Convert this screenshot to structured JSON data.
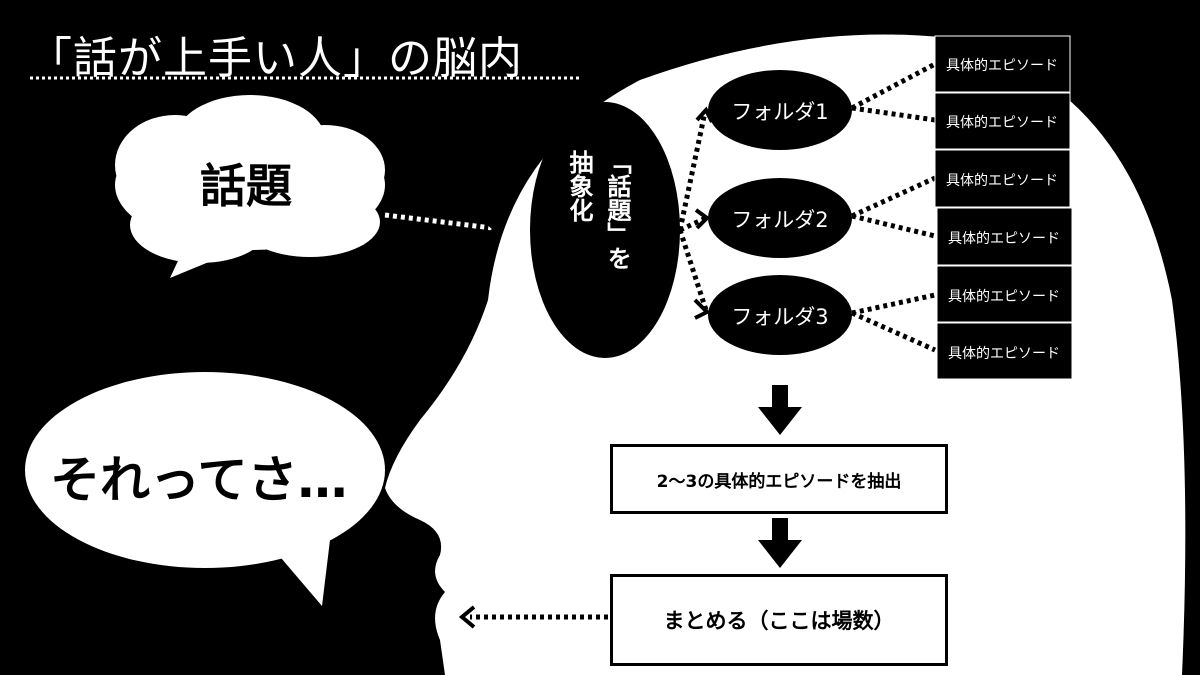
{
  "title": "「話が上手い人」の脳内",
  "topic_bubble": "話題",
  "speech_bubble": "それってさ…",
  "abstraction": "「話題」を\n抽象化",
  "folders": [
    "フォルダ1",
    "フォルダ2",
    "フォルダ3"
  ],
  "episodes": [
    "具体的エピソード",
    "具体的エピソード",
    "具体的エピソード",
    "具体的エピソード",
    "具体的エピソード",
    "具体的エピソード"
  ],
  "steps": [
    "2〜3の具体的エピソードを抽出",
    "まとめる（ここは場数）"
  ],
  "colors": {
    "background": "#000000",
    "foreground": "#ffffff"
  }
}
